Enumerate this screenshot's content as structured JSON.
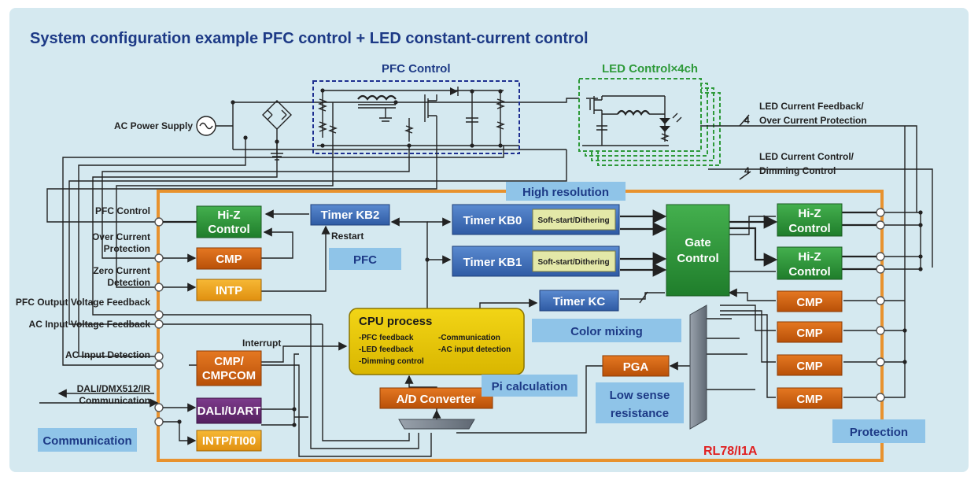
{
  "title": "System configuration example   PFC control + LED constant-current control",
  "sections": {
    "pfc": "PFC Control",
    "led": "LED Control×4ch"
  },
  "external": {
    "ac_power": "AC Power Supply",
    "led_fb_1": "LED Current Feedback/",
    "led_fb_2": "Over Current Protection",
    "led_ctl_1": "LED Current Control/",
    "led_ctl_2": "Dimming Control",
    "bus_count_a": "4",
    "bus_count_b": "4"
  },
  "signals": {
    "pfc_control": "PFC Control",
    "over_current_1": "Over Current",
    "over_current_2": "Protection",
    "zero_current_1": "Zero Current",
    "zero_current_2": "Detection",
    "pfc_output_fb": "PFC Output Voltage Feedback",
    "ac_input_fb": "AC Input Voltage Feedback",
    "ac_input_det": "AC Input Detection",
    "dali_1": "DALI/DMX512/IR",
    "dali_2": "Communication",
    "interrupt": "Interrupt",
    "restart": "Restart"
  },
  "blocks": {
    "hiz_1": "Hi-Z",
    "hiz_2": "Control",
    "cmp": "CMP",
    "intp": "INTP",
    "cmpcom_1": "CMP/",
    "cmpcom_2": "CMPCOM",
    "dali_uart": "DALI/UART",
    "intp_ti00": "INTP/TI00",
    "timer_kb2": "Timer KB2",
    "timer_kb0": "Timer KB0",
    "timer_kb1": "Timer KB1",
    "soft_start": "Soft-start/Dithering",
    "timer_kc": "Timer KC",
    "gate_1": "Gate",
    "gate_2": "Control",
    "pga": "PGA",
    "adc": "A/D Converter"
  },
  "cpu": {
    "title": "CPU process",
    "items_left": [
      "-PFC feedback",
      "-LED feedback",
      "-Dimming control"
    ],
    "items_right": [
      "-Communication",
      "-AC input detection"
    ]
  },
  "callouts": {
    "high_resolution": "High resolution",
    "pfc": "PFC",
    "color_mixing": "Color mixing",
    "pi_calc": "Pi calculation",
    "low_sense_1": "Low sense",
    "low_sense_2": "resistance",
    "communication": "Communication",
    "protection": "Protection"
  },
  "chip_name": "RL78/I1A",
  "colors": {
    "title_blue": "#1d3a86",
    "led_green": "#2e9a3a",
    "green_block": "#2e9a3a",
    "orange_block": "#d4620f",
    "yellow_block": "#f0a61c",
    "blue_block": "#3e6fb8",
    "purple_block": "#6b2c7a",
    "cpu_yellow": "#e8c800",
    "callout_bg": "#8fc4e8",
    "chip_border": "#e8922e",
    "chip_text": "#e02020"
  }
}
